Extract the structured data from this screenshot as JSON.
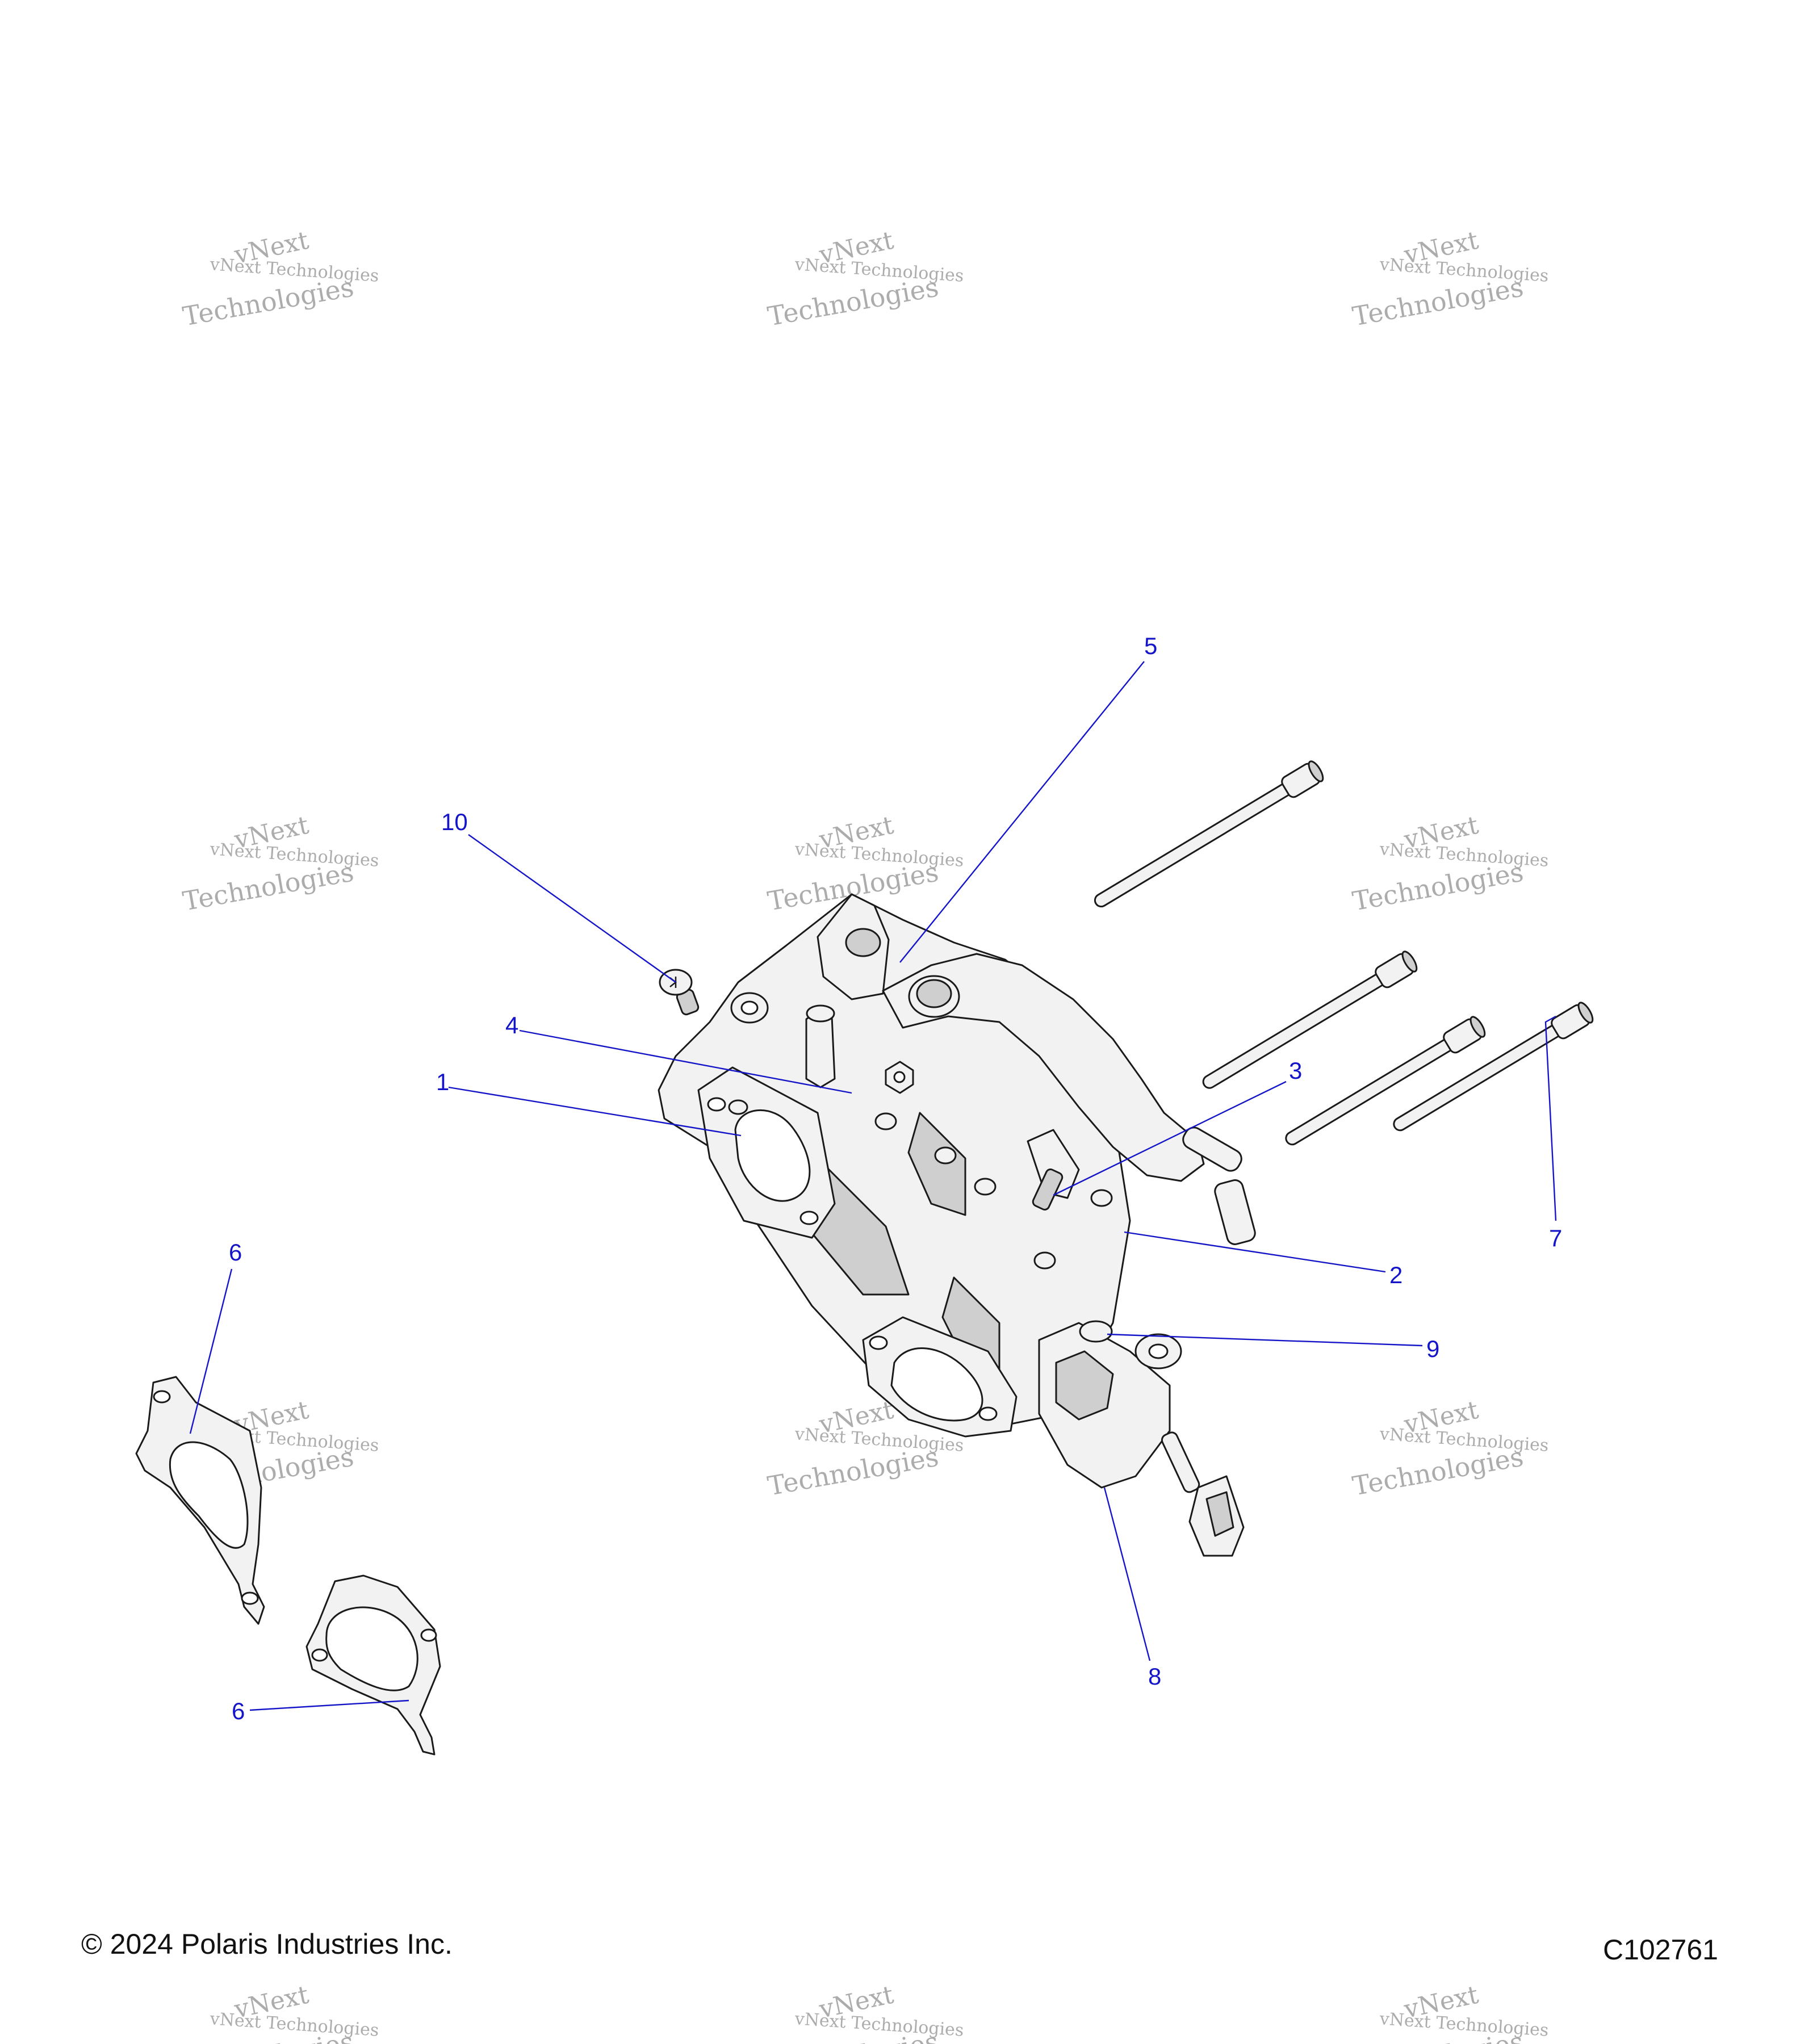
{
  "watermark": {
    "line1": "vNext",
    "line2": "vNext Technologies",
    "line3": "Technologies"
  },
  "callouts": {
    "c1": "1",
    "c2": "2",
    "c3": "3",
    "c4": "4",
    "c5": "5",
    "c6a": "6",
    "c6b": "6",
    "c7": "7",
    "c8": "8",
    "c9": "9",
    "c10": "10"
  },
  "footer": {
    "copyright": "© 2024 Polaris Industries Inc.",
    "drawing_number": "C102761"
  },
  "colors": {
    "callout": "#1414c8",
    "line_art": "#1a1a1a"
  }
}
